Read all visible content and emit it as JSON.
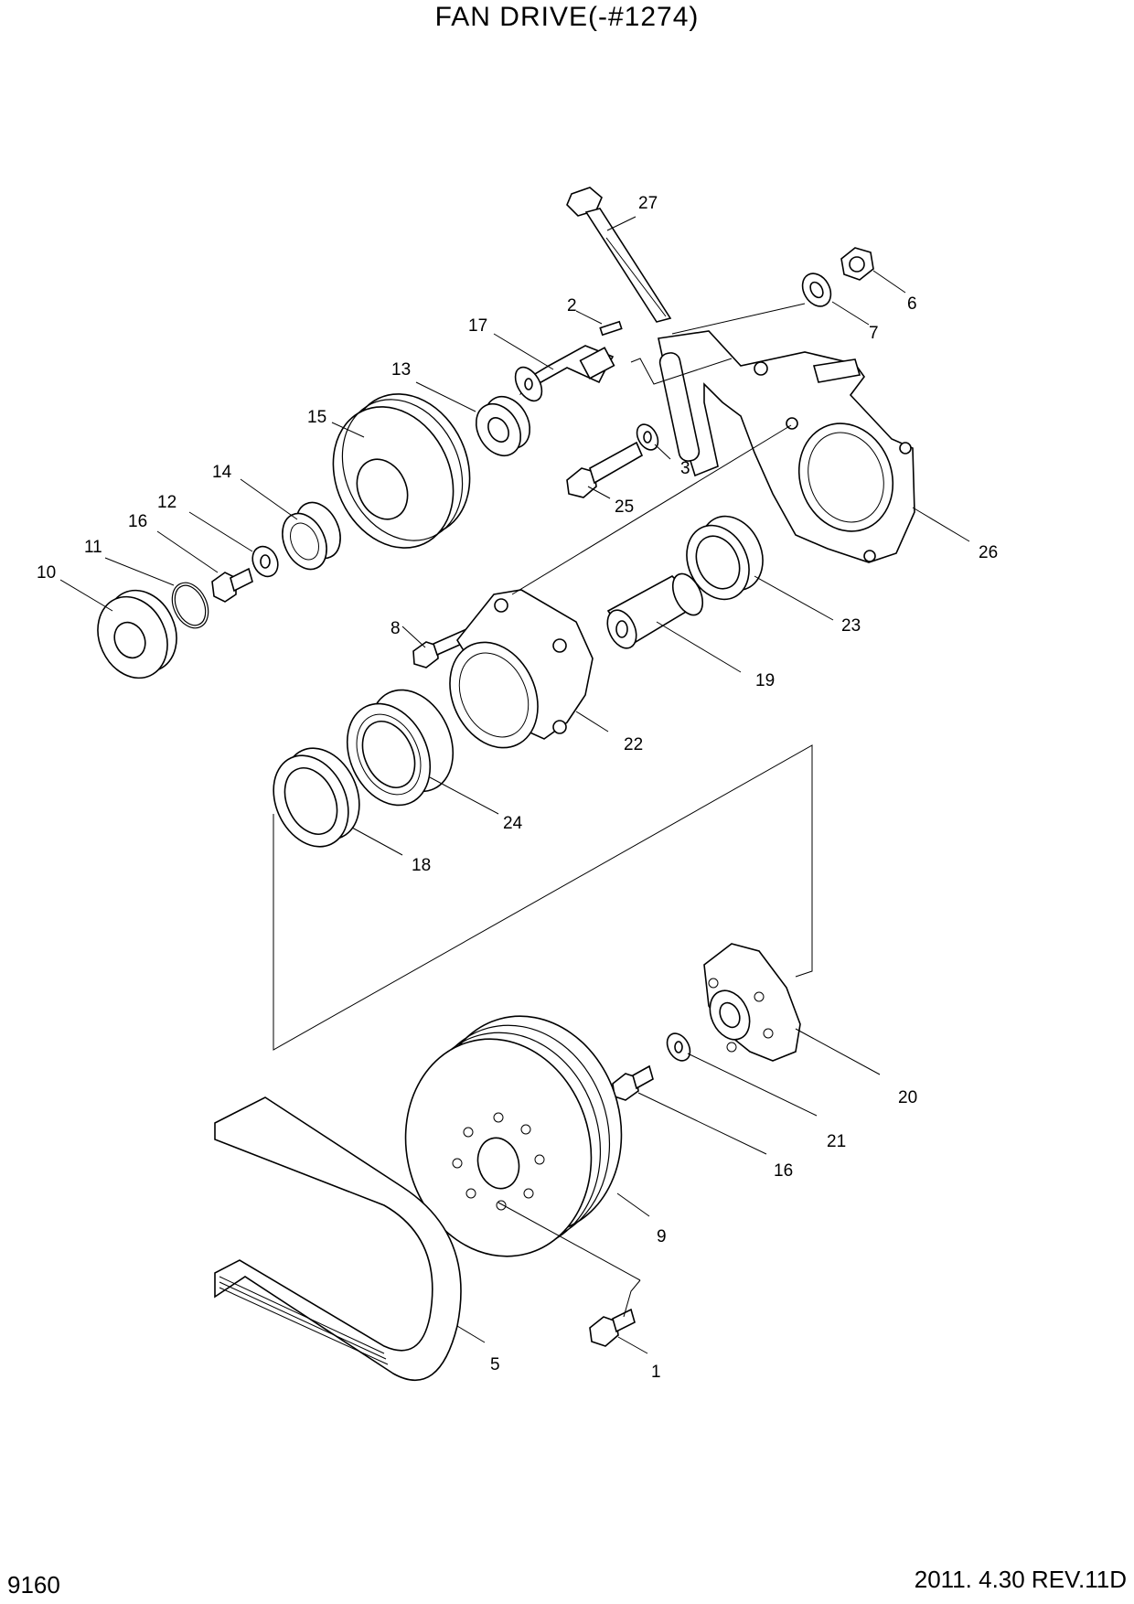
{
  "title": "FAN DRIVE(-#1274)",
  "page_number": "9160",
  "revision": "2011. 4.30  REV.11D",
  "callouts": [
    "27",
    "6",
    "7",
    "2",
    "17",
    "13",
    "15",
    "14",
    "12",
    "16",
    "11",
    "10",
    "3",
    "25",
    "26",
    "8",
    "23",
    "19",
    "22",
    "24",
    "18",
    "20",
    "21",
    "16",
    "9",
    "5",
    "1"
  ]
}
